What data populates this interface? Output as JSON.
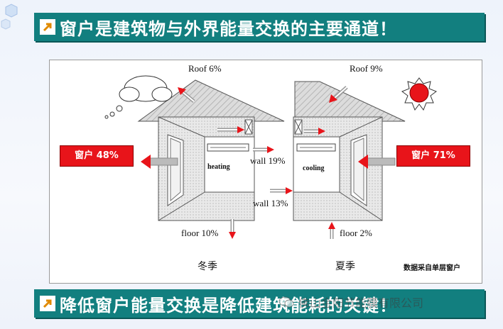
{
  "header": {
    "title": "窗户是建筑物与外界能量交换的主要通道！"
  },
  "footer": {
    "title": "降低窗户能量交换是降低建筑能耗的关键！"
  },
  "diagram": {
    "winter": {
      "season": "冬季",
      "roof": "Roof 6%",
      "window": "窗户 48%",
      "wall": "wall 19%",
      "floor": "floor 10%",
      "unit_label": "heating"
    },
    "summer": {
      "season": "夏季",
      "roof": "Roof 9%",
      "window": "窗户 71%",
      "wall": "wall 13%",
      "floor": "floor 2%",
      "unit_label": "cooling"
    },
    "note": "数据采自单层窗户"
  },
  "watermark": {
    "text": "佛山金阳节能膜有限公司"
  },
  "colors": {
    "banner": "#127f7f",
    "window_box": "#e8141a",
    "arrow": "#e8141a",
    "sun": "#e8141a"
  }
}
